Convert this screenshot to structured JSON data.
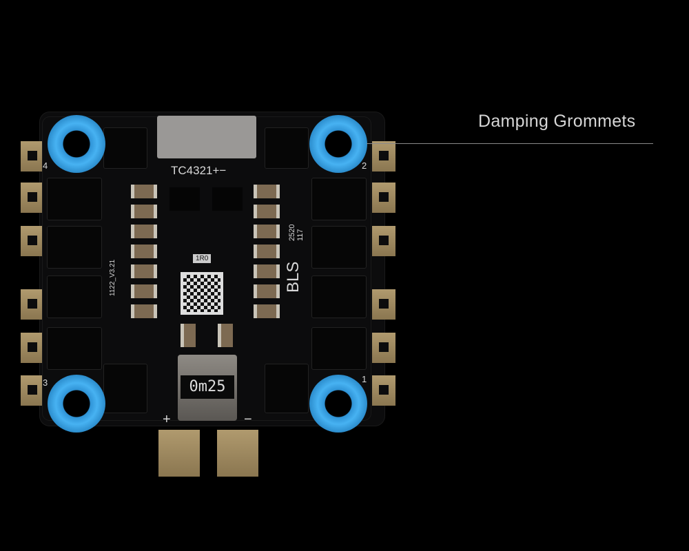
{
  "callout": {
    "label": "Damping Grommets"
  },
  "board_text": {
    "connector_label": "TC4321+−",
    "brand": "BLS",
    "code": "2520 117",
    "version": "1122_V3.21",
    "resistor": "1R0",
    "shunt": "0m25",
    "motor_1": "1",
    "motor_2": "2",
    "motor_3": "3",
    "motor_4": "4",
    "plus": "+",
    "minus": "−"
  },
  "colors": {
    "grommet": "#47b2f2",
    "background": "#000000"
  }
}
